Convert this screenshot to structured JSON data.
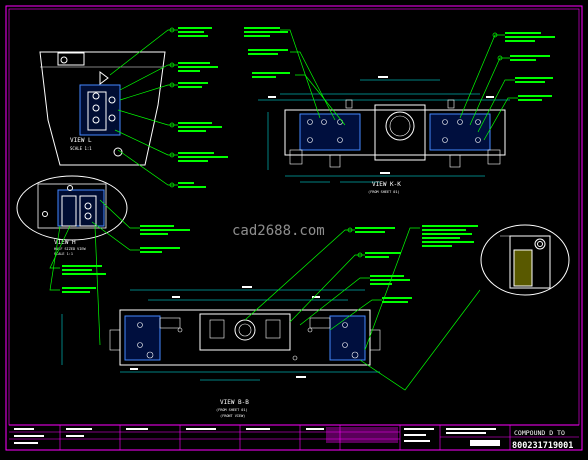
{
  "views": {
    "view_l": {
      "title": "VIEW L",
      "scale": "SCALE 1:1"
    },
    "view_h": {
      "title": "VIEW H",
      "note": "HALF SIZED VIEW",
      "scale": "SCALE 1:1"
    },
    "view_kk": {
      "title": "VIEW K-K",
      "ref": "(FROM SHEET 01)"
    },
    "view_bb": {
      "title": "VIEW B-B",
      "ref": "(FROM SHEET 01)",
      "ref2": "(FRONT VIEW)"
    }
  },
  "watermark": "cad2688.com",
  "title_block": {
    "drawing_no": "800231719001",
    "title": "COMPOUND D TO"
  },
  "colors": {
    "background": "#000000",
    "geometry": "#ffffff",
    "callout": "#00ff00",
    "dimension": "#00ffff",
    "border": "#ff00ff",
    "part": "#0055ff",
    "hatch": "#ffff00"
  }
}
